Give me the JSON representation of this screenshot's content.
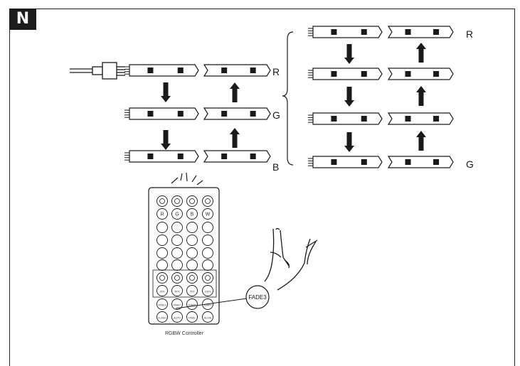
{
  "step_badge": "N",
  "left_group": {
    "row_labels": [
      "R",
      "G",
      "B"
    ]
  },
  "right_group": {
    "row_labels": [
      "R",
      "G"
    ]
  },
  "remote": {
    "caption": "RGBW Controller",
    "color_keys": [
      "R",
      "G",
      "B",
      "W"
    ],
    "speed_keys": [
      "25%",
      "50%",
      "75%",
      "100%"
    ],
    "mode_keys": [
      "FADE3",
      "FADE7",
      "JUMP3",
      "JUMP7",
      "FLASH",
      "AUTO",
      "FADE",
      "SLOW"
    ],
    "callout_label": "FADE3"
  },
  "colors": {
    "line": "#1a1a1a",
    "badge_bg": "#1c1c1c",
    "badge_text": "#ffffff"
  }
}
